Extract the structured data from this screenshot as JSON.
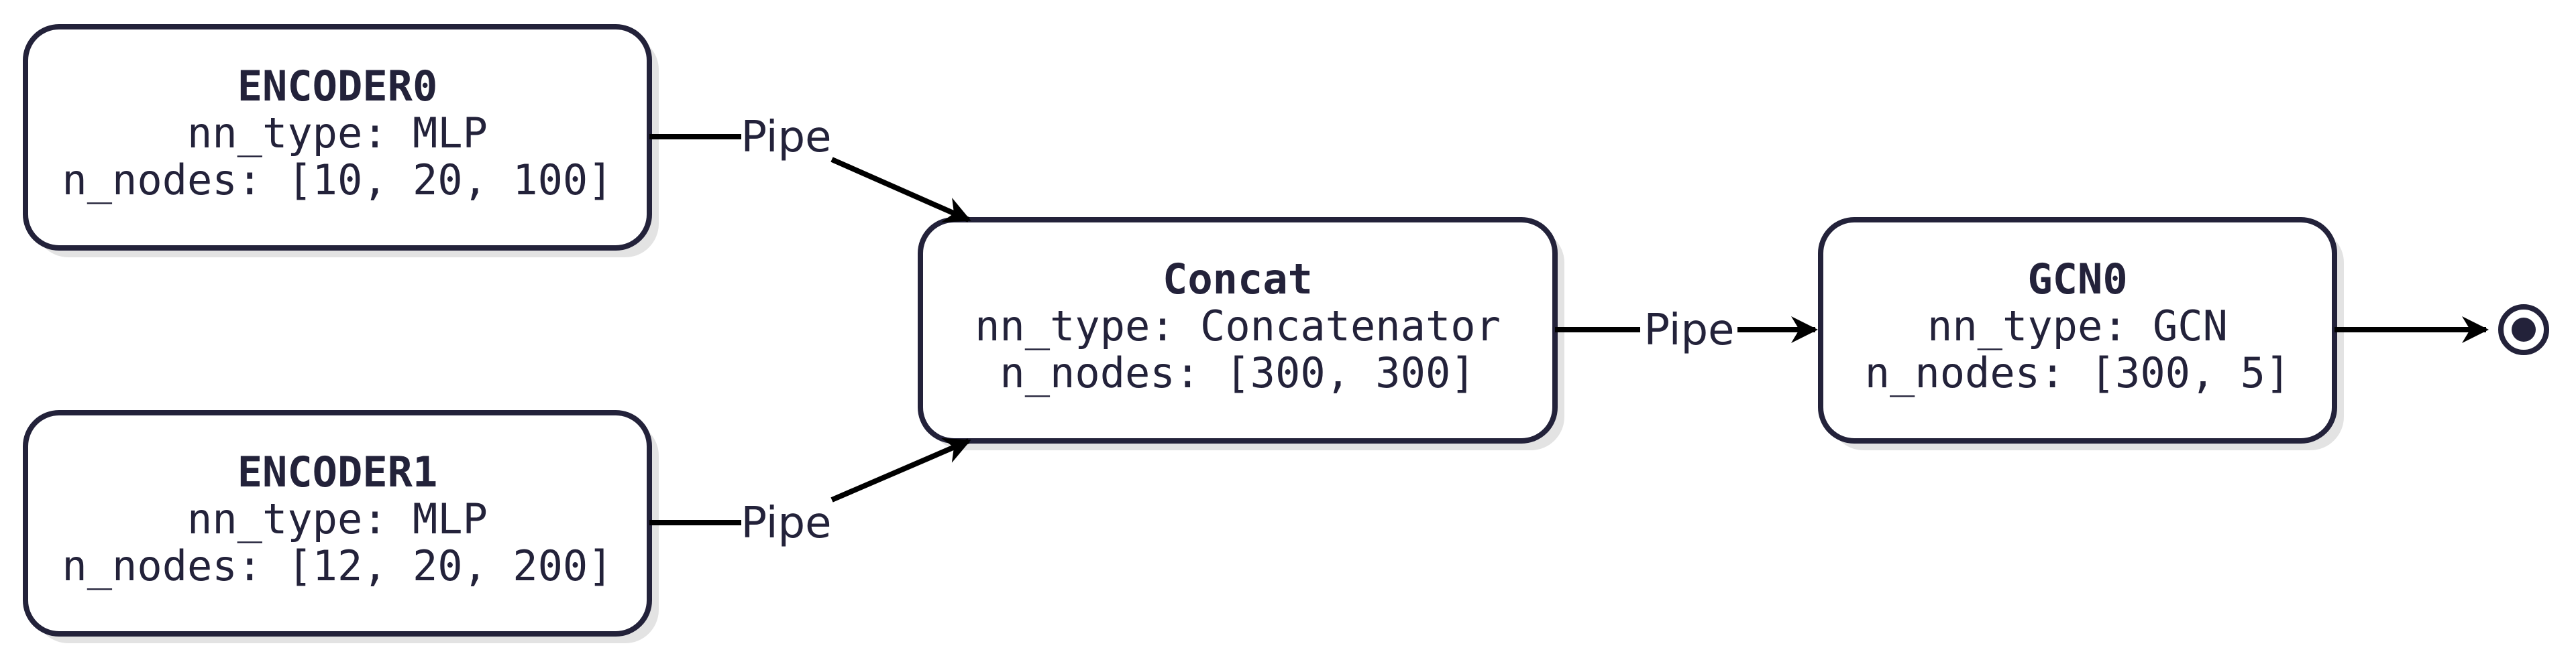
{
  "nodes": {
    "encoder0": {
      "title": "ENCODER0",
      "line1": "nn_type: MLP",
      "line2": "n_nodes: [10, 20, 100]"
    },
    "encoder1": {
      "title": "ENCODER1",
      "line1": "nn_type: MLP",
      "line2": "n_nodes: [12, 20, 200]"
    },
    "concat": {
      "title": "Concat",
      "line1": "nn_type: Concatenator",
      "line2": "n_nodes: [300, 300]"
    },
    "gcn0": {
      "title": "GCN0",
      "line1": "nn_type: GCN",
      "line2": "n_nodes: [300, 5]"
    }
  },
  "edges": {
    "encoder0_to_concat": "Pipe",
    "encoder1_to_concat": "Pipe",
    "concat_to_gcn0": "Pipe"
  },
  "colors": {
    "stroke": "#23223a",
    "edge": "#000000",
    "shadow": "#e3e3e3"
  },
  "end_marker_icon": "final-state-icon"
}
